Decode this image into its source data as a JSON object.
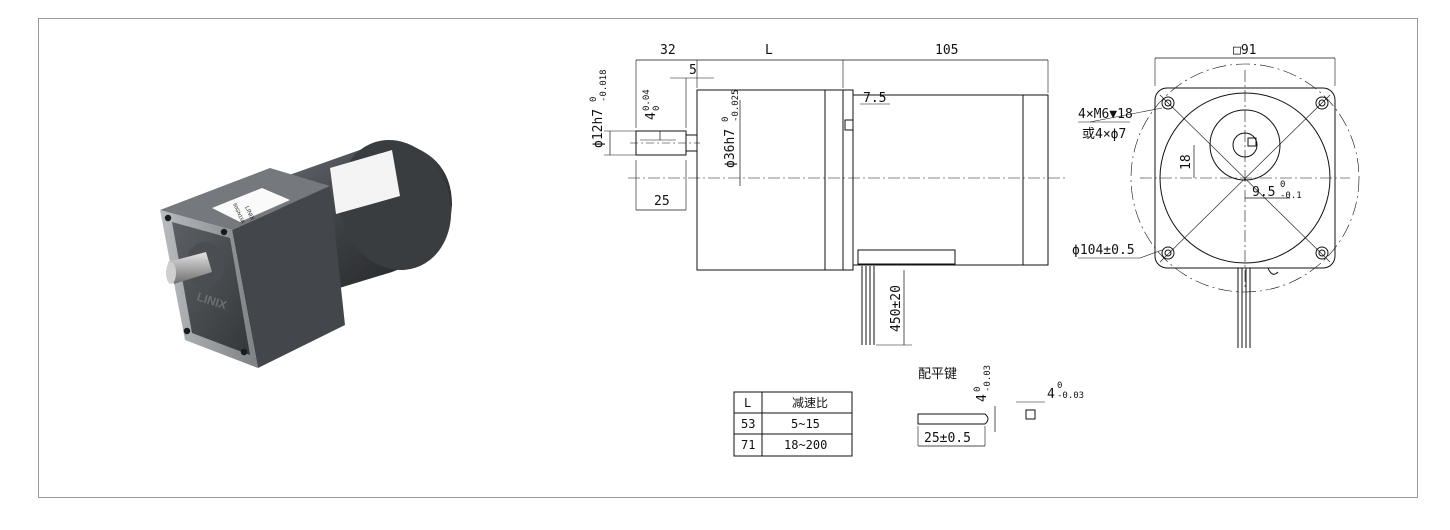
{
  "photo": {
    "front_brand": "LINIX",
    "label_brand": "LINIX",
    "label_model": "60GN15K"
  },
  "side_view": {
    "dim_shaft_length": "32",
    "dim_L": "L",
    "dim_motor_length": "105",
    "dim_shaft_step": "5",
    "dim_flange": "7.5",
    "dim_shaft_dia": "ϕ12h7",
    "dim_shaft_dia_tol_upper": "0",
    "dim_shaft_dia_tol_lower": "-0.018",
    "dim_key_height": "4",
    "dim_key_height_tol_upper": "0.04",
    "dim_key_height_tol_lower": "0",
    "dim_pilot_dia": "ϕ36h7",
    "dim_pilot_dia_tol_upper": "0",
    "dim_pilot_dia_tol_lower": "-0.025",
    "dim_key_length": "25",
    "dim_lead_length": "450±20"
  },
  "front_view": {
    "dim_square": "□91",
    "dim_holes_line1": "4×M6▼18",
    "dim_holes_line2": "或4×ϕ7",
    "dim_offset": "18",
    "dim_keyway": "9.5",
    "dim_keyway_tol_upper": "0",
    "dim_keyway_tol_lower": "-0.1",
    "dim_pcd": "ϕ104±0.5"
  },
  "key_detail": {
    "title": "配平键",
    "dim_height": "4",
    "dim_height_tol_upper": "0",
    "dim_height_tol_lower": "-0.03",
    "dim_width": "4",
    "dim_width_tol_upper": "0",
    "dim_width_tol_lower": "-0.03",
    "dim_length": "25±0.5"
  },
  "ratio_table": {
    "headers": [
      "L",
      "减速比"
    ],
    "rows": [
      [
        "53",
        "5~15"
      ],
      [
        "71",
        "18~200"
      ]
    ]
  }
}
